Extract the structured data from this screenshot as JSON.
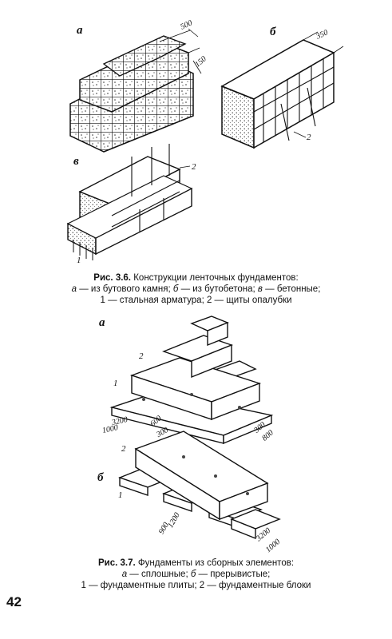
{
  "figure36": {
    "panel_a": "а",
    "panel_b": "б",
    "panel_v": "в",
    "dims": {
      "a_top": "500",
      "a_side": "150",
      "b_top": "350"
    },
    "labels": {
      "b_2": "2",
      "v_2": "2",
      "v_1": "1"
    },
    "caption": {
      "number": "Рис. 3.6.",
      "title": "Конструкции ленточных фундаментов:",
      "line2_a": "а",
      "line2_a_text": "— из бутового камня;",
      "line2_b": "б",
      "line2_b_text": "— из бутобетона;",
      "line2_v": "в",
      "line2_v_text": "— бетонные;",
      "line3": "1 — стальная арматура; 2 — щиты опалубки"
    }
  },
  "figure37": {
    "panel_a": "а",
    "panel_b": "б",
    "dims_a": {
      "d3200": "3200",
      "d1000": "1000",
      "d600": "600",
      "d300": "300",
      "d800": "800"
    },
    "dims_b": {
      "d300": "300",
      "d1200": "1200",
      "d900": "900",
      "d3200": "3200",
      "d1000": "1000"
    },
    "labels_a": {
      "l1": "1",
      "l2": "2"
    },
    "labels_b": {
      "l1": "1",
      "l2": "2"
    },
    "caption": {
      "number": "Рис. 3.7.",
      "title": "Фундаменты из сборных элементов:",
      "line2_a": "а",
      "line2_a_text": "— сплошные;",
      "line2_b": "б",
      "line2_b_text": "— прерывистые;",
      "line3": "1 — фундаментные плиты; 2 — фундаментные блоки"
    }
  },
  "page_number": "42"
}
